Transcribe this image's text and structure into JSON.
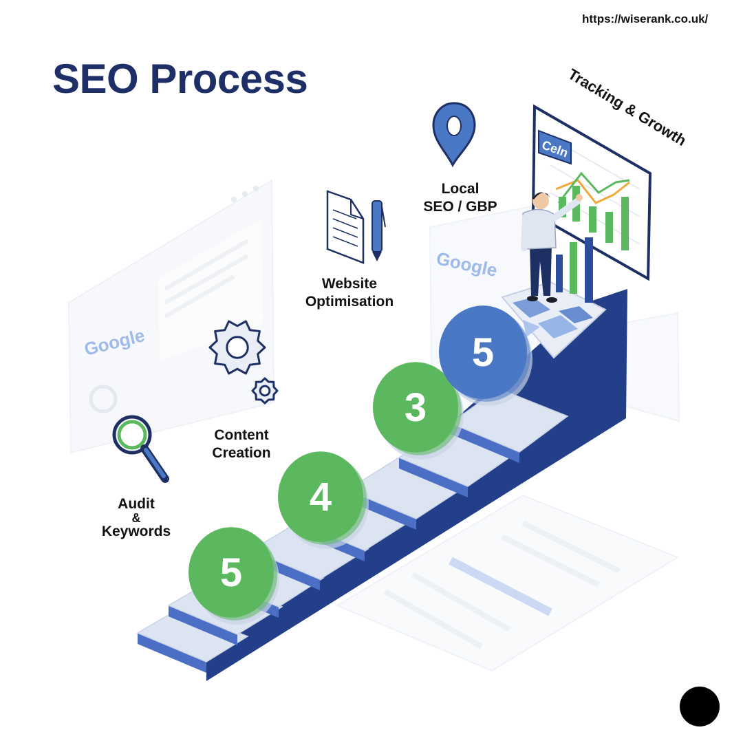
{
  "header": {
    "url": "https://wiserank.co.uk/",
    "title": "SEO Process"
  },
  "steps": [
    {
      "badge": "5",
      "label_lines": [
        "Audit",
        "&",
        "Keywords"
      ],
      "badge_color": "#5cb85f"
    },
    {
      "badge": "4",
      "label_lines": [
        "Content",
        "Creation"
      ],
      "badge_color": "#5cb85f"
    },
    {
      "badge": "3",
      "label_lines": [
        "Website",
        "Optimisation"
      ],
      "badge_color": "#5cb85f"
    },
    {
      "badge": "5",
      "label_lines": [
        "Local",
        "SEO / GBP"
      ],
      "badge_color": "#4a78c4"
    }
  ],
  "finale": {
    "label": "Tracking & Growth",
    "chart_flag": "Celn"
  },
  "brand_words": {
    "google": "Google"
  },
  "icons": [
    "magnifier-icon",
    "gears-icon",
    "document-pen-icon",
    "map-pin-icon",
    "growth-chart-icon"
  ],
  "colors": {
    "title": "#1d2f66",
    "stair_side": "#243f8a",
    "stair_edge": "#4a6fc4",
    "stair_top": "#dde4f1",
    "green": "#5cb85f",
    "blue": "#4a78c4"
  }
}
